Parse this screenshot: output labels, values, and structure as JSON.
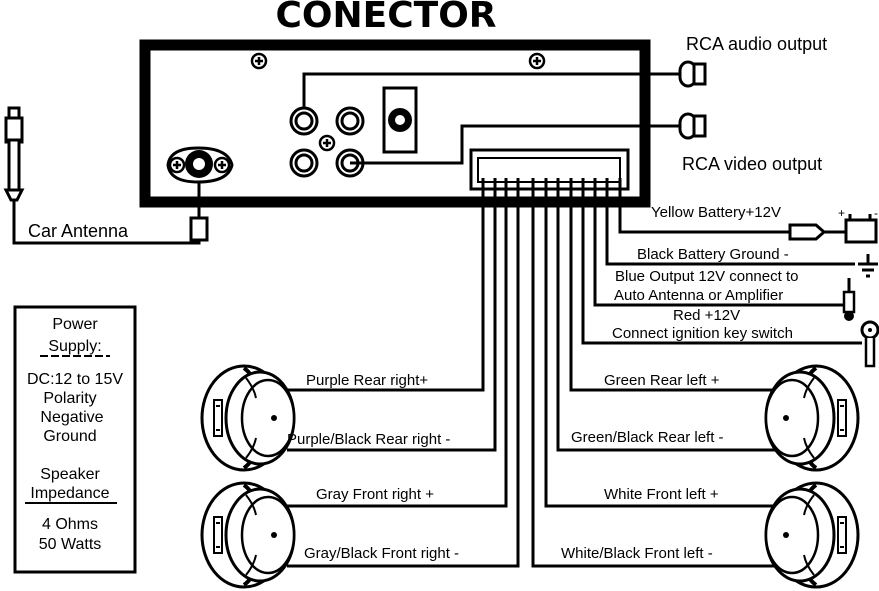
{
  "title": "CONECTOR",
  "rca_audio_output": "RCA audio output",
  "rca_video_output": "RCA video output",
  "car_antenna": "Car Antenna",
  "power_box": {
    "power": "Power",
    "supply": "Supply:",
    "dc": "DC:12 to 15V",
    "polarity": "Polarity",
    "negative": "Negative",
    "ground": "Ground",
    "speaker": "Speaker",
    "impedance": "Impedance",
    "ohms": "4 Ohms",
    "watts": "50 Watts"
  },
  "right_labels": {
    "yellow": "Yellow Battery+12V",
    "black": "Black Battery Ground -",
    "blue_1": "Blue Output 12V connect to",
    "blue_2": "Auto Antenna or Amplifier",
    "red_1": "Red +12V",
    "red_2": "Connect ignition key switch"
  },
  "speaker_labels": {
    "purple": "Purple Rear right+",
    "purple_black": "Purple/Black Rear right -",
    "gray": "Gray Front right +",
    "gray_black": "Gray/Black Front right -",
    "green": "Green Rear left +",
    "green_black": "Green/Black Rear left -",
    "white": "White Front left +",
    "white_black": "White/Black Front left -"
  }
}
